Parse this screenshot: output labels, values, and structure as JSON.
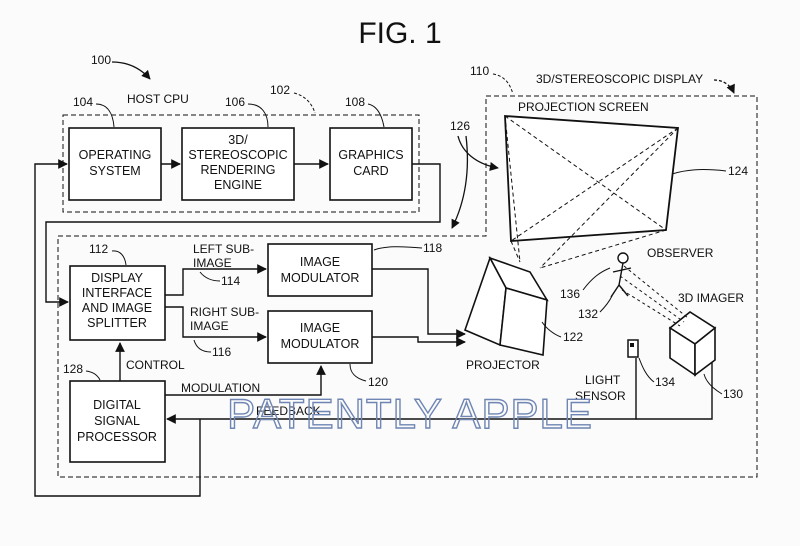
{
  "figure_title": "FIG. 1",
  "refs": {
    "r100": "100",
    "r102": "102",
    "r104": "104",
    "r106": "106",
    "r108": "108",
    "r110": "110",
    "r112": "112",
    "r114": "114",
    "r116": "116",
    "r118": "118",
    "r120": "120",
    "r122": "122",
    "r124": "124",
    "r126": "126",
    "r128": "128",
    "r130": "130",
    "r132": "132",
    "r134": "134",
    "r136": "136"
  },
  "labels": {
    "host_cpu": "HOST CPU",
    "display_system": "3D/STEREOSCOPIC DISPLAY",
    "projection_screen": "PROJECTION SCREEN",
    "observer": "OBSERVER",
    "imager_3d": "3D IMAGER",
    "projector": "PROJECTOR",
    "light_sensor_1": "LIGHT",
    "light_sensor_2": "SENSOR",
    "left_sub_1": "LEFT SUB-",
    "left_sub_2": "IMAGE",
    "right_sub_1": "RIGHT SUB-",
    "right_sub_2": "IMAGE",
    "control": "CONTROL",
    "modulation": "MODULATION",
    "feedback": "FEEDBACK"
  },
  "boxes": {
    "os": [
      "OPERATING",
      "SYSTEM"
    ],
    "engine": [
      "3D/",
      "STEREOSCOPIC",
      "RENDERING",
      "ENGINE"
    ],
    "graphics": [
      "GRAPHICS",
      "CARD"
    ],
    "splitter": [
      "DISPLAY",
      "INTERFACE",
      "AND IMAGE",
      "SPLITTER"
    ],
    "mod_top": [
      "IMAGE",
      "MODULATOR"
    ],
    "mod_bottom": [
      "IMAGE",
      "MODULATOR"
    ],
    "dsp": [
      "DIGITAL",
      "SIGNAL",
      "PROCESSOR"
    ]
  },
  "watermark": "PATENTLY APPLE"
}
